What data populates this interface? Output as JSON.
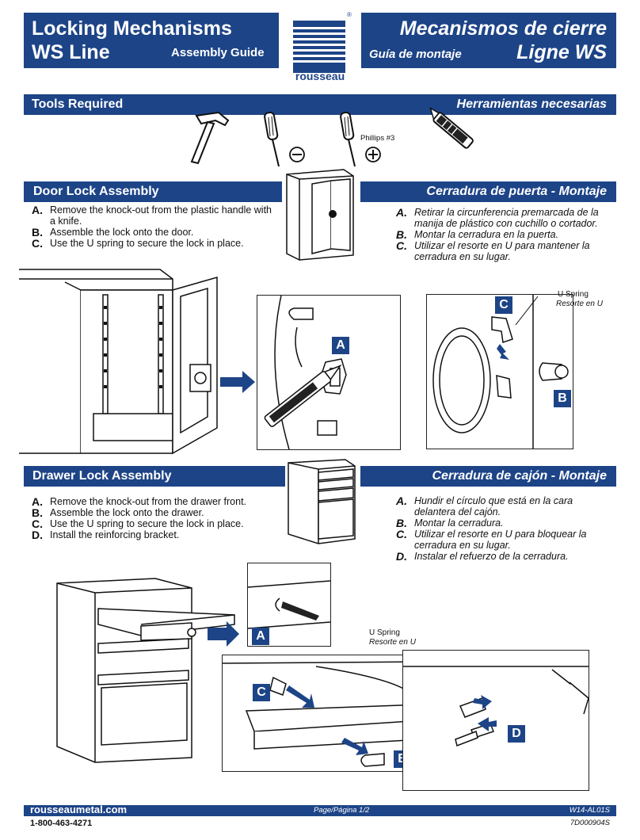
{
  "header": {
    "left_title_line1": "Locking Mechanisms",
    "left_title_line2": "WS Line",
    "left_subtitle": "Assembly Guide",
    "right_title_line1": "Mecanismos de cierre",
    "right_title_line2": "Ligne WS",
    "right_subtitle": "Guía de montaje",
    "brand": "rousseau",
    "registered": "®"
  },
  "tools": {
    "title_en": "Tools Required",
    "title_es": "Herramientas necesarias",
    "phillips_label": "Phillips #3",
    "icons": [
      "hammer-icon",
      "flat-screwdriver-icon",
      "phillips-screwdriver-icon",
      "utility-knife-icon"
    ]
  },
  "door": {
    "title_en": "Door Lock Assembly",
    "title_es": "Cerradura de puerta - Montaje",
    "steps_en": [
      {
        "letter": "A.",
        "text": "Remove the knock-out from the plastic handle with a knife."
      },
      {
        "letter": "B.",
        "text": "Assemble the lock onto the door."
      },
      {
        "letter": "C.",
        "text": "Use the U spring to secure the lock in place."
      }
    ],
    "steps_es": [
      {
        "letter": "A.",
        "text": "Retirar la circunferencia premarcada de la manija de plástico con cuchillo o cortador."
      },
      {
        "letter": "B.",
        "text": "Montar la cerradura en la puerta."
      },
      {
        "letter": "C.",
        "text": "Utilizar el resorte en U para mantener la cerradura en su lugar."
      }
    ],
    "uspring_en": "U Spring",
    "uspring_es": "Resorte en U",
    "callouts": [
      "A",
      "C",
      "B"
    ]
  },
  "drawer": {
    "title_en": "Drawer Lock Assembly",
    "title_es": "Cerradura de cajón - Montaje",
    "steps_en": [
      {
        "letter": "A.",
        "text": "Remove the knock-out from the drawer front."
      },
      {
        "letter": "B.",
        "text": "Assemble the lock onto the drawer."
      },
      {
        "letter": "C.",
        "text": "Use the U spring to secure the lock in place."
      },
      {
        "letter": "D.",
        "text": "Install the reinforcing bracket."
      }
    ],
    "steps_es": [
      {
        "letter": "A.",
        "text": "Hundir el círculo que está en la cara delantera del cajón."
      },
      {
        "letter": "B.",
        "text": "Montar la cerradura."
      },
      {
        "letter": "C.",
        "text": "Utilizar el resorte en U para bloquear la cerradura en su lugar."
      },
      {
        "letter": "D.",
        "text": "Instalar el refuerzo de la cerradura."
      }
    ],
    "uspring_en": "U Spring",
    "uspring_es": "Resorte en U",
    "callouts": [
      "A",
      "C",
      "B",
      "D"
    ]
  },
  "footer": {
    "url": "rousseaumetal.com",
    "page": "Page/Página 1/2",
    "code1": "W14-AL01S",
    "phone": "1-800-463-4271",
    "code2": "7D000904S"
  },
  "colors": {
    "accent": "#1d4487"
  }
}
